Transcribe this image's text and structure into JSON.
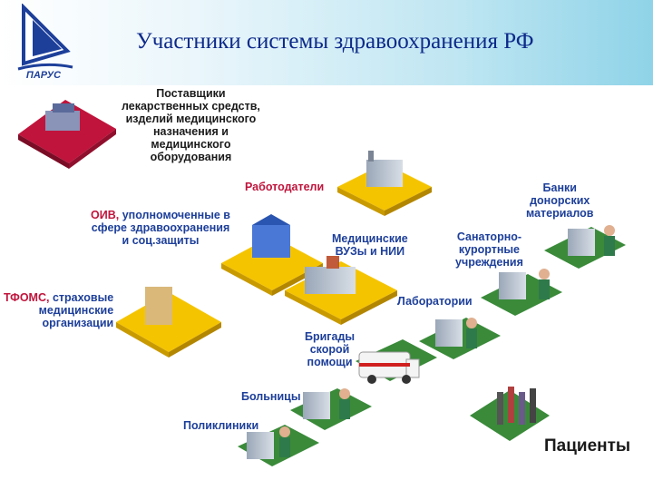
{
  "title": "Участники системы здравоохранения РФ",
  "logo": {
    "text": "ПАРУС",
    "icon": "sail-logo-icon"
  },
  "colors": {
    "title": "#0d2a8a",
    "platform": "#f5c400",
    "platform_side": "#c99a00",
    "green_platform": "#3a8a3a",
    "red_label": "#c0143c",
    "blue_label": "#1d3f9a"
  },
  "labels": {
    "suppliers": [
      "Поставщики",
      "лекарственных средств,",
      "изделий медицинского",
      "назначения и",
      "медицинского",
      "оборудования"
    ],
    "employers": "Работодатели",
    "oiv_prefix": "ОИВ,",
    "oiv_rest": [
      "уполномоченные в",
      "сфере здравоохранения",
      "и соц.защиты"
    ],
    "universities": [
      "Медицинские",
      "ВУЗы и НИИ"
    ],
    "tfoms_prefix": "ТФОМС,",
    "tfoms_rest": [
      "страховые",
      "медицинские",
      "организации"
    ],
    "banks": [
      "Банки",
      "донорских",
      "материалов"
    ],
    "sanatoriums": [
      "Санаторно-",
      "курортные",
      "учреждения"
    ],
    "laboratories": "Лаборатории",
    "ambulance": [
      "Бригады",
      "скорой",
      "помощи"
    ],
    "hospitals": "Больницы",
    "polyclinics": "Поликлиники",
    "patients": "Пациенты"
  }
}
